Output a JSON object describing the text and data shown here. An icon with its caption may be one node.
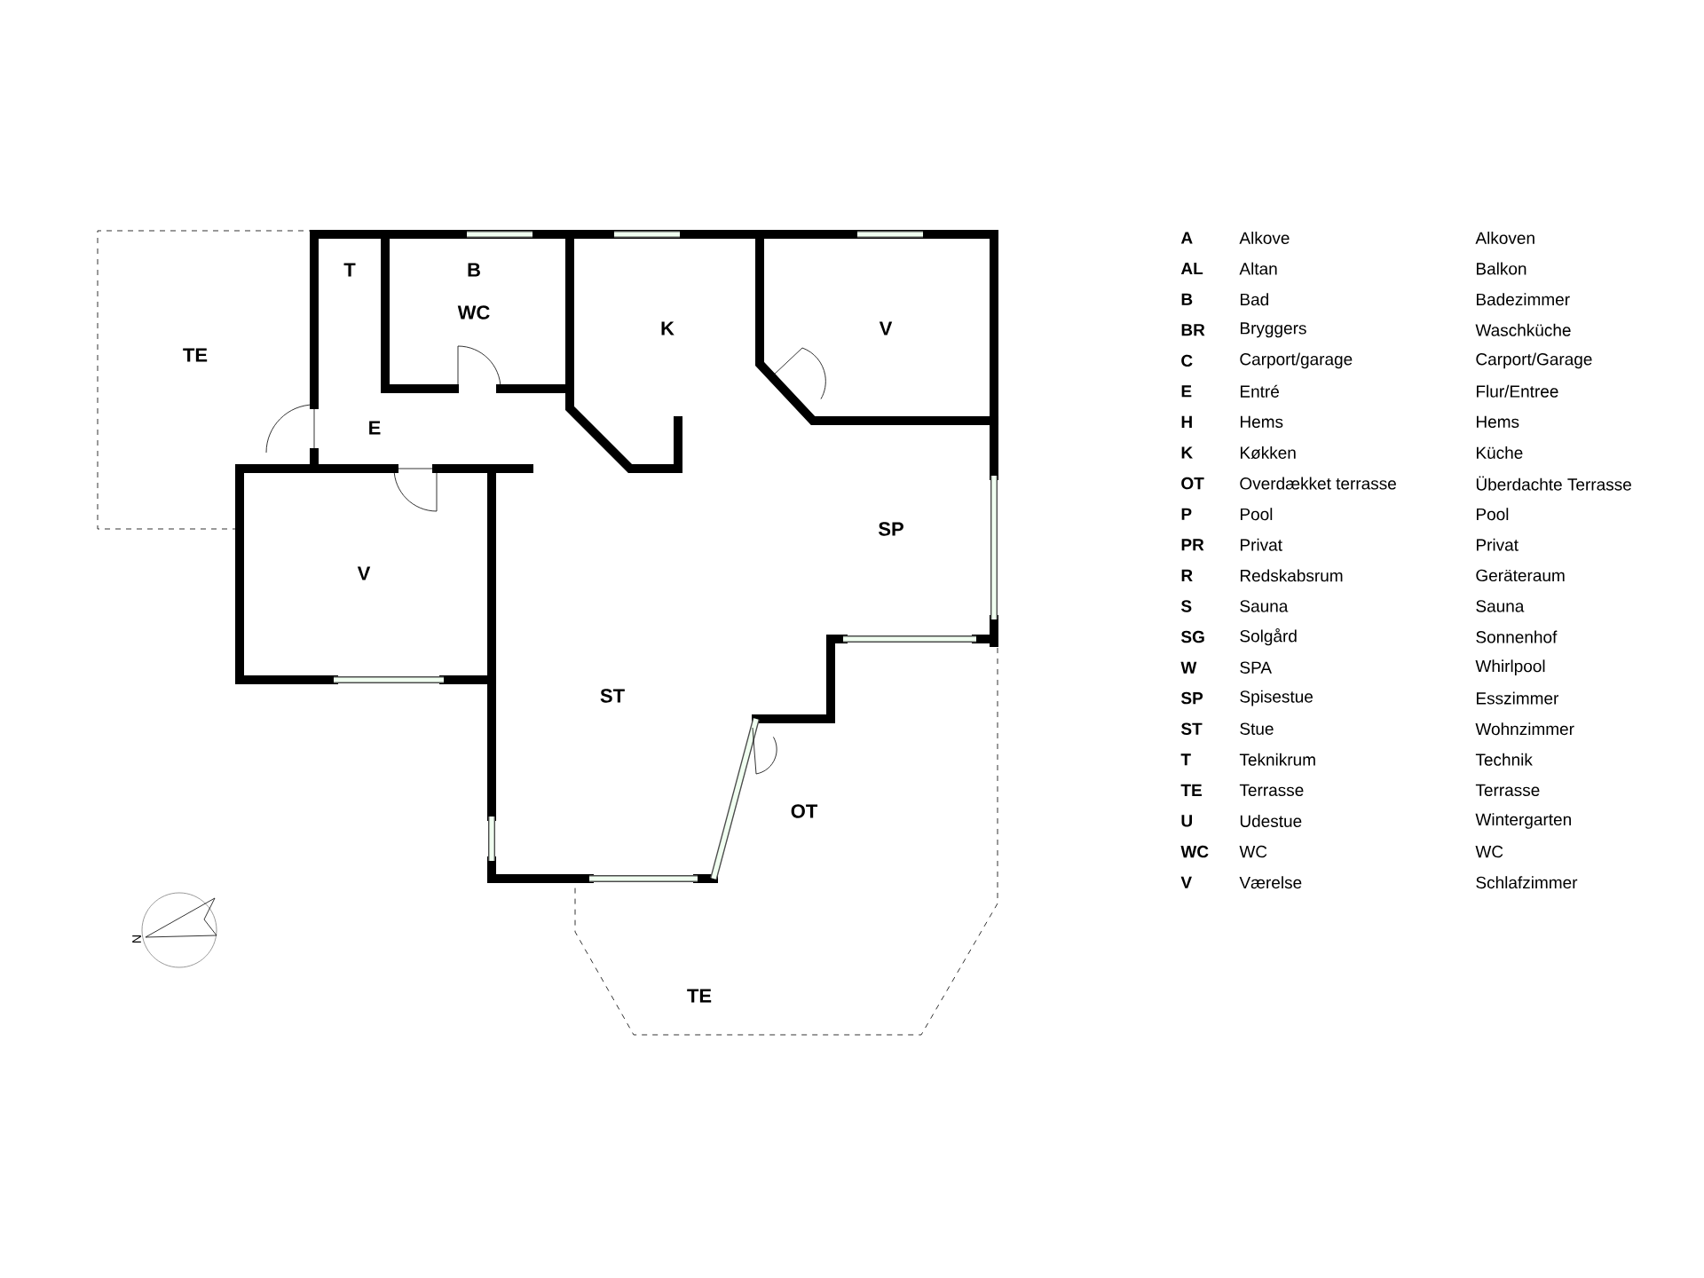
{
  "diagram": {
    "labels": [
      "TE",
      "T",
      "B",
      "WC",
      "E",
      "K",
      "V",
      "SP",
      "V",
      "ST",
      "OT",
      "TE",
      "N",
      "A",
      "Alkove",
      "Alkoven",
      "AL",
      "Altan",
      "Balkon",
      "B",
      "Bad",
      "Badezimmer",
      "BR",
      "Bryggers",
      "Waschküche",
      "C",
      "Carport/garage",
      "Carport/Garage",
      "E",
      "Entré",
      "Flur/Entree",
      "H",
      "Hems",
      "Hems",
      "K",
      "Køkken",
      "Küche",
      "OT",
      "Overdækket terrasse",
      "Überdachte Terrasse",
      "P",
      "Pool",
      "Pool",
      "PR",
      "Privat",
      "Privat",
      "R",
      "Redskabsrum",
      "Geräteraum",
      "S",
      "Sauna",
      "Sauna",
      "SG",
      "Solgård",
      "Sonnenhof",
      "W",
      "SPA",
      "Whirlpool",
      "SP",
      "Spisestue",
      "Esszimmer",
      "ST",
      "Stue",
      "Wohnzimmer",
      "T",
      "Teknikrum",
      "Technik",
      "TE",
      "Terrasse",
      "Terrasse",
      "U",
      "Udestue",
      "Wintergarten",
      "WC",
      "WC",
      "WC",
      "V",
      "Værelse",
      "Schlafzimmer"
    ]
  }
}
